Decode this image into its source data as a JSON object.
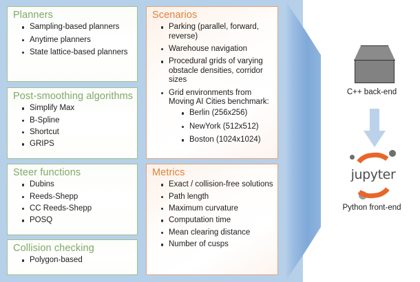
{
  "colors": {
    "panel_blue": "#b7d0ea",
    "panel_blue_edge": "#7fa9d8",
    "green_border": "#9ec08a",
    "green_title": "#80a868",
    "orange_border": "#e4a277",
    "orange_title": "#e08138",
    "jupyter_orange": "#e8662a",
    "jupyter_gray": "#9b9b9b",
    "arrow_blue": "#bcd2ea",
    "cpp_box_gray": "#828282"
  },
  "left_column": [
    {
      "id": "planners",
      "title": "Planners",
      "accent": "green",
      "items": [
        "Sampling-based planners",
        "Anytime planners",
        "State lattice-based planners"
      ]
    },
    {
      "id": "post-smoothing",
      "title": "Post-smoothing algorithms",
      "accent": "green",
      "items": [
        "Simplify Max",
        "B-Spline",
        "Shortcut",
        "GRIPS"
      ]
    },
    {
      "id": "steer-functions",
      "title": "Steer functions",
      "accent": "green",
      "items": [
        "Dubins",
        "Reeds-Shepp",
        "CC Reeds-Shepp",
        "POSQ"
      ]
    },
    {
      "id": "collision-checking",
      "title": "Collision checking",
      "accent": "green",
      "items": [
        "Polygon-based"
      ]
    }
  ],
  "right_column": [
    {
      "id": "scenarios",
      "title": "Scenarios",
      "accent": "orange",
      "items": [
        "Parking (parallel, forward, reverse)",
        "Warehouse navigation",
        "Procedural grids of varying obstacle densities, corridor sizes",
        "Grid environments from Moving AI Cities benchmark:"
      ],
      "sub_items": [
        "Berlin (256x256)",
        "NewYork (512x512)",
        "Boston (1024x1024)"
      ]
    },
    {
      "id": "metrics",
      "title": "Metrics",
      "accent": "orange",
      "items": [
        "Exact / collision-free solutions",
        "Path length",
        "Maximum curvature",
        "Computation time",
        "Mean clearing distance",
        "Number of cusps"
      ]
    }
  ],
  "architecture": {
    "backend_label": "C++ back-end",
    "backend_icon": "3d-box-icon",
    "arrow_icon": "down-arrow-icon",
    "logo_word": "jupyter",
    "logo_icon": "jupyter-logo",
    "frontend_label": "Python front-end"
  }
}
